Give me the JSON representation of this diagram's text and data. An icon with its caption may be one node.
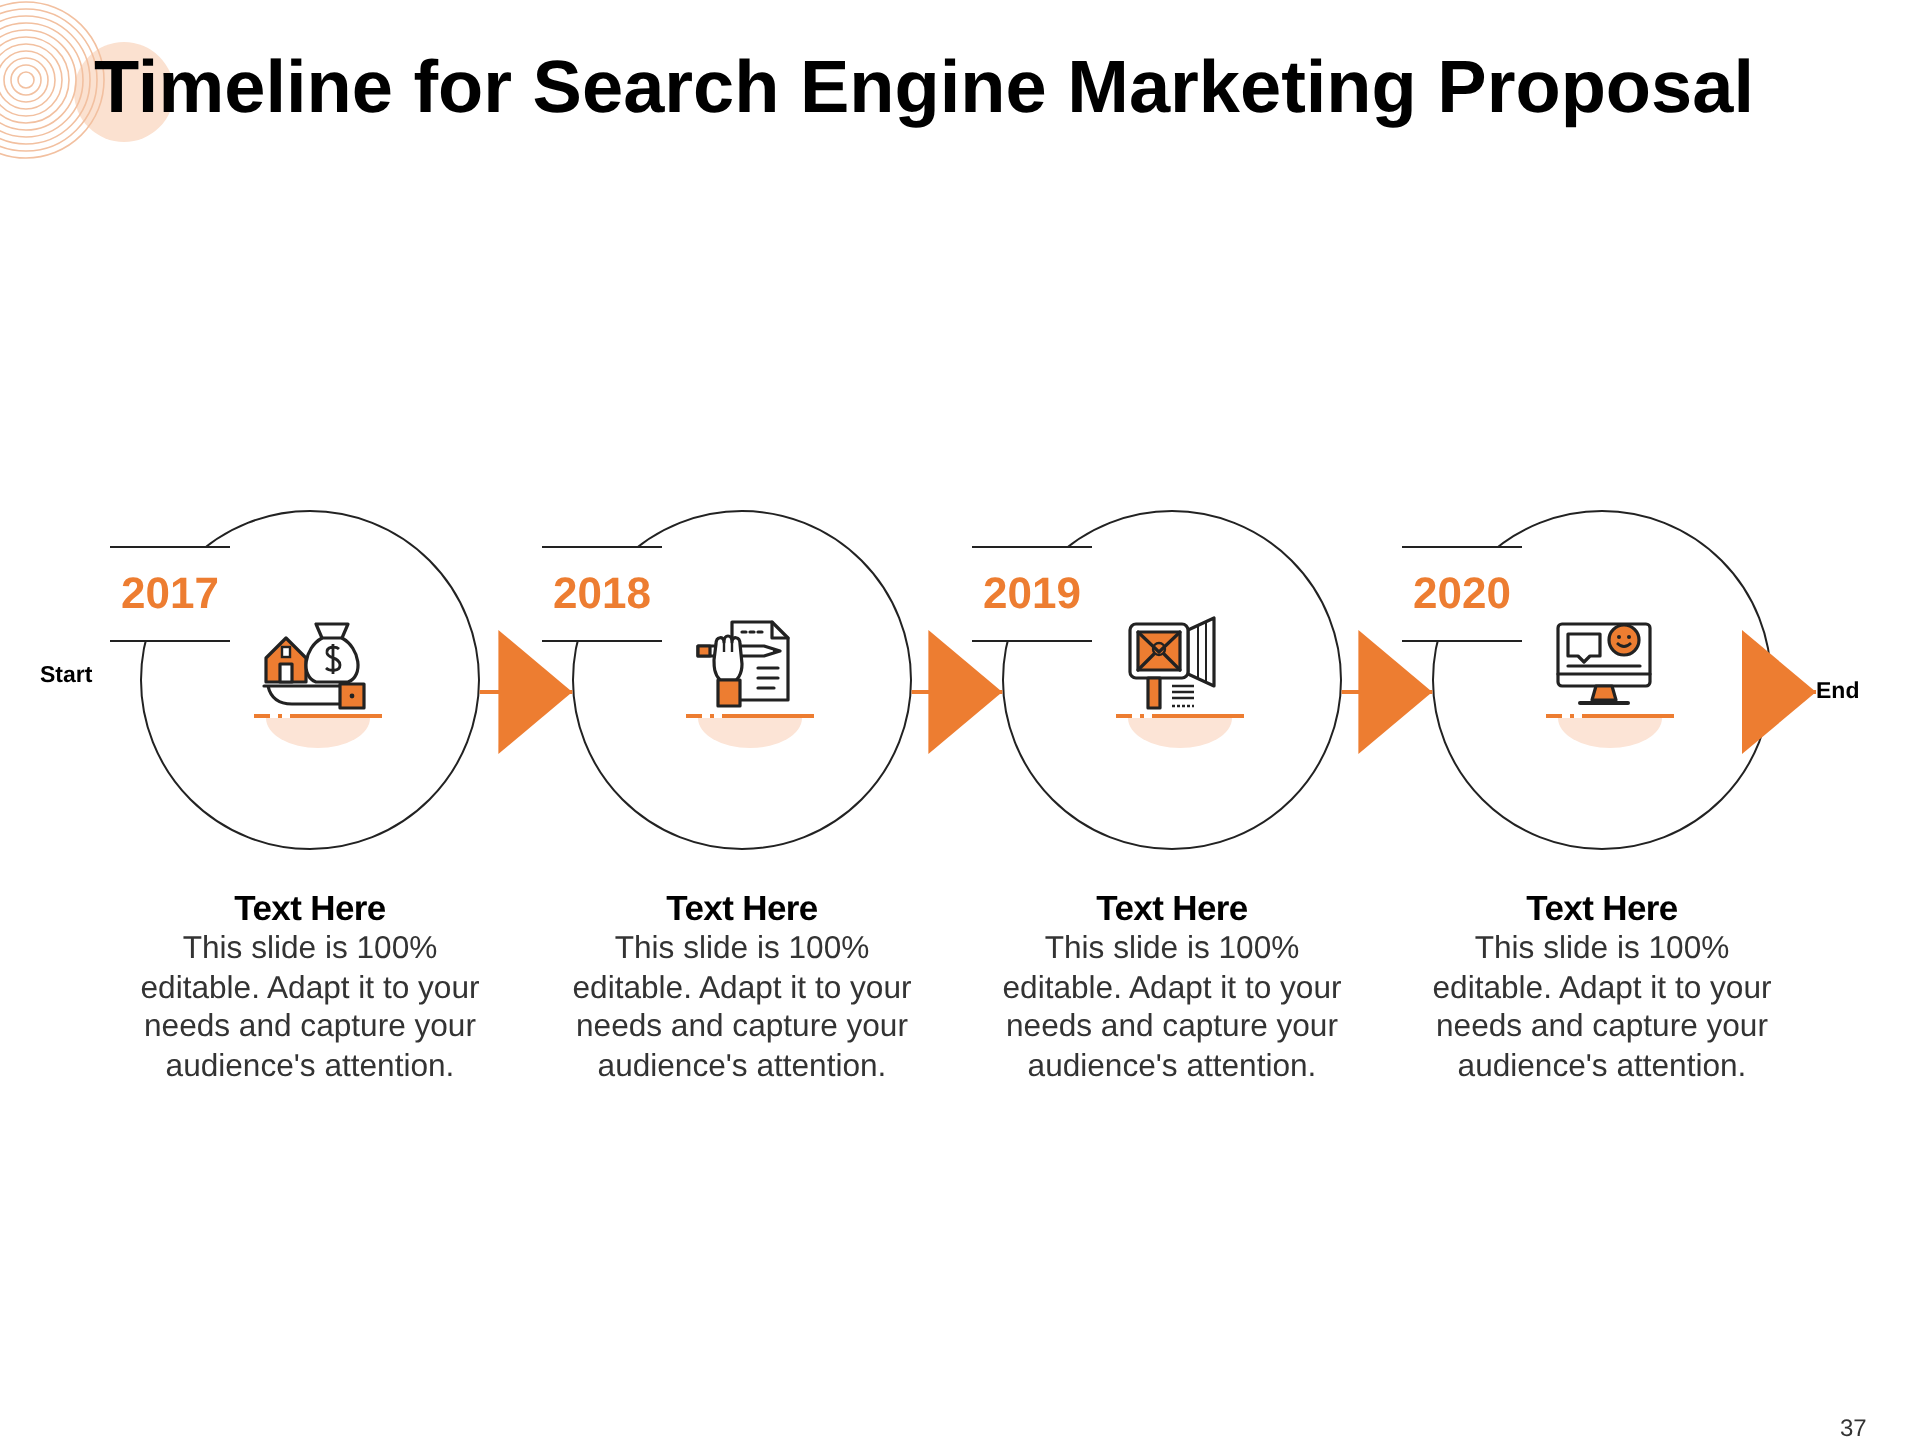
{
  "diagram": {
    "title": "Timeline for Search Engine Marketing Proposal",
    "nodes": [
      {
        "text": [
          "2017"
        ],
        "beside": [
          "Text Here",
          "This slide is 100% editable. Adapt it to your needs and capture your audience's attention."
        ]
      },
      {
        "text": [
          "2018"
        ],
        "beside": [
          "Text Here",
          "This slide is 100% editable. Adapt it to your needs and capture your audience's attention."
        ]
      },
      {
        "text": [
          "2019"
        ],
        "beside": [
          "Text Here",
          "This slide is 100% editable. Adapt it to your needs and capture your audience's attention."
        ]
      },
      {
        "text": [
          "2020"
        ],
        "beside": [
          "Text Here",
          "This slide is 100% editable. Adapt it to your needs and capture your audience's attention."
        ]
      },
      {
        "text": [
          "End"
        ]
      }
    ],
    "edges": [
      {
        "from": 0,
        "to": 1,
        "arrow": "to"
      },
      {
        "from": 1,
        "to": 2,
        "arrow": "to"
      },
      {
        "from": 2,
        "to": 3,
        "arrow": "to"
      },
      {
        "from": 3,
        "to": 4,
        "arrow": "to"
      }
    ],
    "labels": [
      "Start",
      "37"
    ]
  }
}
